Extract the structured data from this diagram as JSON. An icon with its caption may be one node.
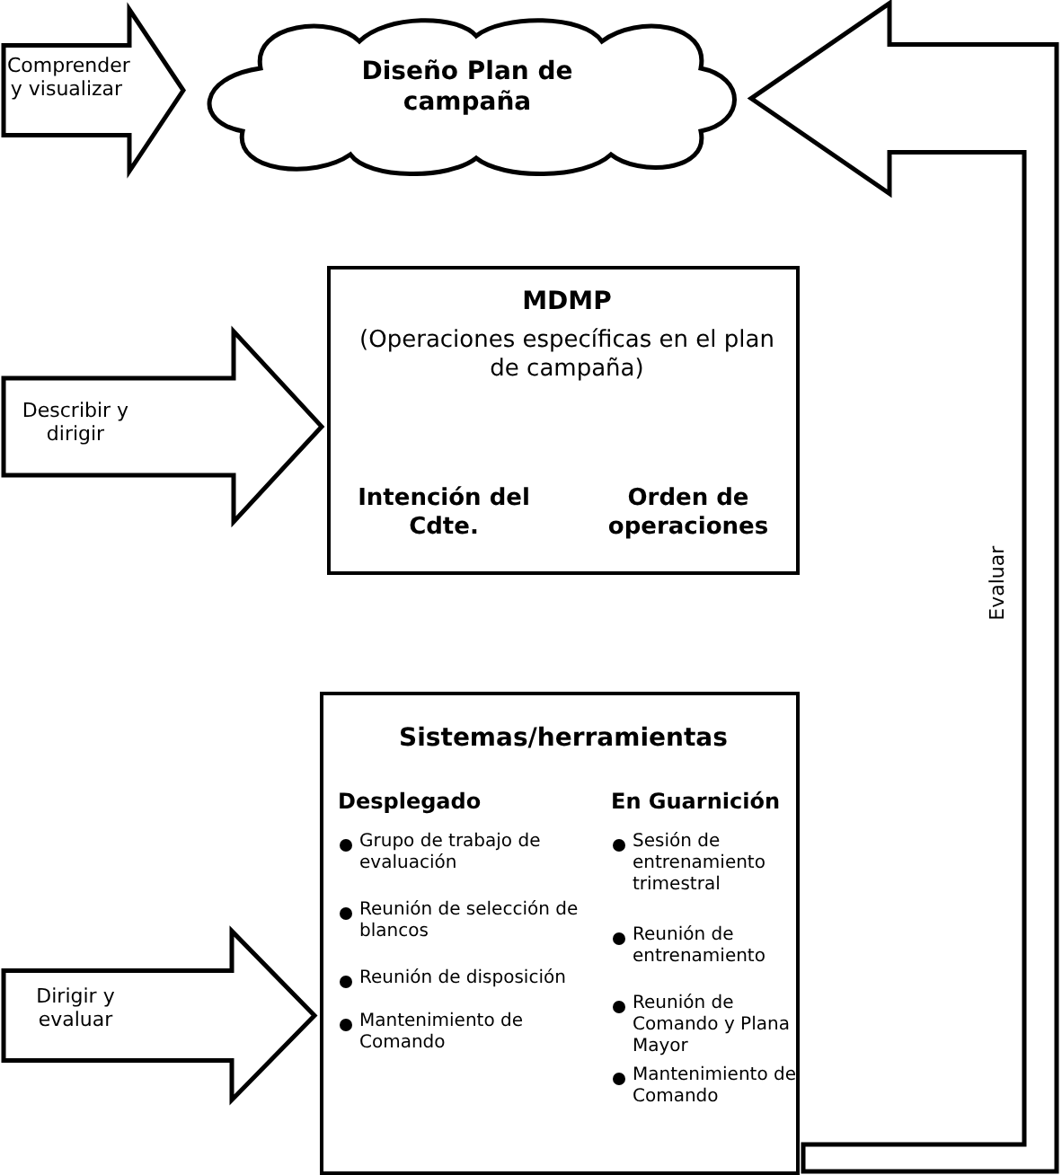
{
  "diagram": {
    "nodes": [
      {
        "text": [
          "Diseño Plan de campaña"
        ]
      },
      {
        "text": [
          "MDMP",
          "(Operaciones específicas en el plan de campaña)",
          "Intención del Cdte.",
          "Orden de operaciones"
        ]
      },
      {
        "text": [
          "Sistemas/herramientas",
          "Desplegado",
          "Grupo de trabajo de evaluación",
          "Reunión de selección de blancos",
          "Reunión de disposición",
          "Mantenimiento de Comando",
          "En Guarnición",
          "Sesión de entrenamiento trimestral",
          "Reunión de entrenamiento",
          "Reunión de Comando y Plana Mayor",
          "Mantenimiento de Comando"
        ]
      }
    ],
    "edges": [
      {
        "from": null,
        "to": 0,
        "arrow": "to",
        "label": "Comprender y visualizar",
        "style": "thick"
      },
      {
        "from": null,
        "to": 1,
        "arrow": "to",
        "label": "Describir y dirigir",
        "style": "thick"
      },
      {
        "from": null,
        "to": 2,
        "arrow": "to",
        "label": "Dirigir y evaluar",
        "style": "thick"
      },
      {
        "from": 2,
        "to": 0,
        "arrow": "to",
        "label": "Evaluar",
        "style": "thick"
      }
    ]
  }
}
